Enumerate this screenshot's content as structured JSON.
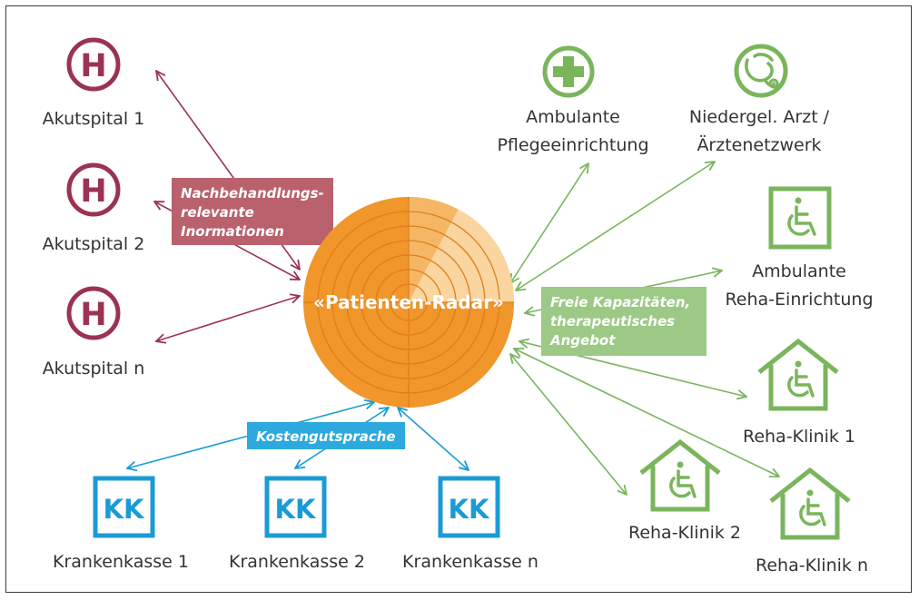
{
  "colors": {
    "hospital": "#9b3350",
    "green": "#7ab55c",
    "blue": "#1b9bd6",
    "radar_orange": "#f0962a",
    "radar_ring": "#e07e1b",
    "label_box_red": "#b9616d",
    "label_box_green": "#9cc985",
    "label_box_blue": "#2da9dd",
    "text": "#333333"
  },
  "center": {
    "label": "«Patienten-Radar»"
  },
  "hospitals": [
    {
      "icon": "hospital-h-icon",
      "letter": "H",
      "label": "Akutspital 1"
    },
    {
      "icon": "hospital-h-icon",
      "letter": "H",
      "label": "Akutspital 2"
    },
    {
      "icon": "hospital-h-icon",
      "letter": "H",
      "label": "Akutspital n"
    }
  ],
  "providers": [
    {
      "icon": "plus-cross-icon",
      "label_lines": [
        "Ambulante",
        "Pflegeeinrichtung"
      ]
    },
    {
      "icon": "stethoscope-icon",
      "label_lines": [
        "Niedergel. Arzt /",
        "Ärztenetzwerk"
      ]
    },
    {
      "icon": "wheelchair-square-icon",
      "label_lines": [
        "Ambulante",
        "Reha-Einrichtung"
      ]
    },
    {
      "icon": "wheelchair-house-icon",
      "label_lines": [
        "Reha-Klinik 1"
      ]
    },
    {
      "icon": "wheelchair-house-icon",
      "label_lines": [
        "Reha-Klinik 2"
      ]
    },
    {
      "icon": "wheelchair-house-icon",
      "label_lines": [
        "Reha-Klinik n"
      ]
    }
  ],
  "insurers": [
    {
      "icon": "kk-square-icon",
      "letters": "KK",
      "label": "Krankenkasse 1"
    },
    {
      "icon": "kk-square-icon",
      "letters": "KK",
      "label": "Krankenkasse 2"
    },
    {
      "icon": "kk-square-icon",
      "letters": "KK",
      "label": "Krankenkasse n"
    }
  ],
  "info_boxes": {
    "hospital_info": [
      "Nachbehandlungs-",
      "relevante",
      "Inormationen"
    ],
    "provider_info": [
      "Freie Kapazitäten,",
      "therapeutisches",
      "Angebot"
    ],
    "insurer_info": [
      "Kostengutsprache"
    ]
  }
}
